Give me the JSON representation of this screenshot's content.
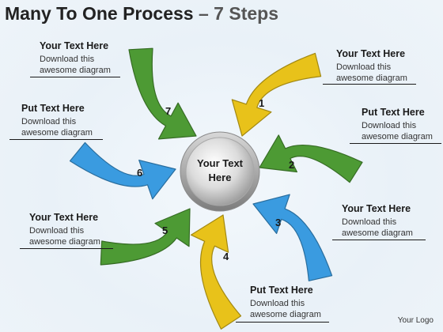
{
  "title": {
    "main": "Many To One Process",
    "sub": "– 7 Steps"
  },
  "center_label": "Your Text\nHere",
  "colors": {
    "green": "#4d9a34",
    "yellow": "#e8c21a",
    "blue": "#3a9be0",
    "hub": "#b0b0b0"
  },
  "steps": [
    {
      "number": "1",
      "color": "yellow"
    },
    {
      "number": "2",
      "color": "green"
    },
    {
      "number": "3",
      "color": "blue"
    },
    {
      "number": "4",
      "color": "yellow"
    },
    {
      "number": "5",
      "color": "green"
    },
    {
      "number": "6",
      "color": "blue"
    },
    {
      "number": "7",
      "color": "green"
    }
  ],
  "labels": [
    {
      "heading": "Your Text Here",
      "desc1": "Download this",
      "desc2": "awesome diagram"
    },
    {
      "heading": "Put Text Here",
      "desc1": "Download this",
      "desc2": "awesome diagram"
    },
    {
      "heading": "Your Text Here",
      "desc1": "Download this",
      "desc2": "awesome diagram"
    },
    {
      "heading": "Put Text Here",
      "desc1": "Download this",
      "desc2": "awesome diagram"
    },
    {
      "heading": "Your Text Here",
      "desc1": "Download this",
      "desc2": "awesome diagram"
    },
    {
      "heading": "Put Text Here",
      "desc1": "Download this",
      "desc2": "awesome diagram"
    },
    {
      "heading": "Your Text Here",
      "desc1": "Download this",
      "desc2": "awesome diagram"
    }
  ],
  "logo": "Your Logo"
}
